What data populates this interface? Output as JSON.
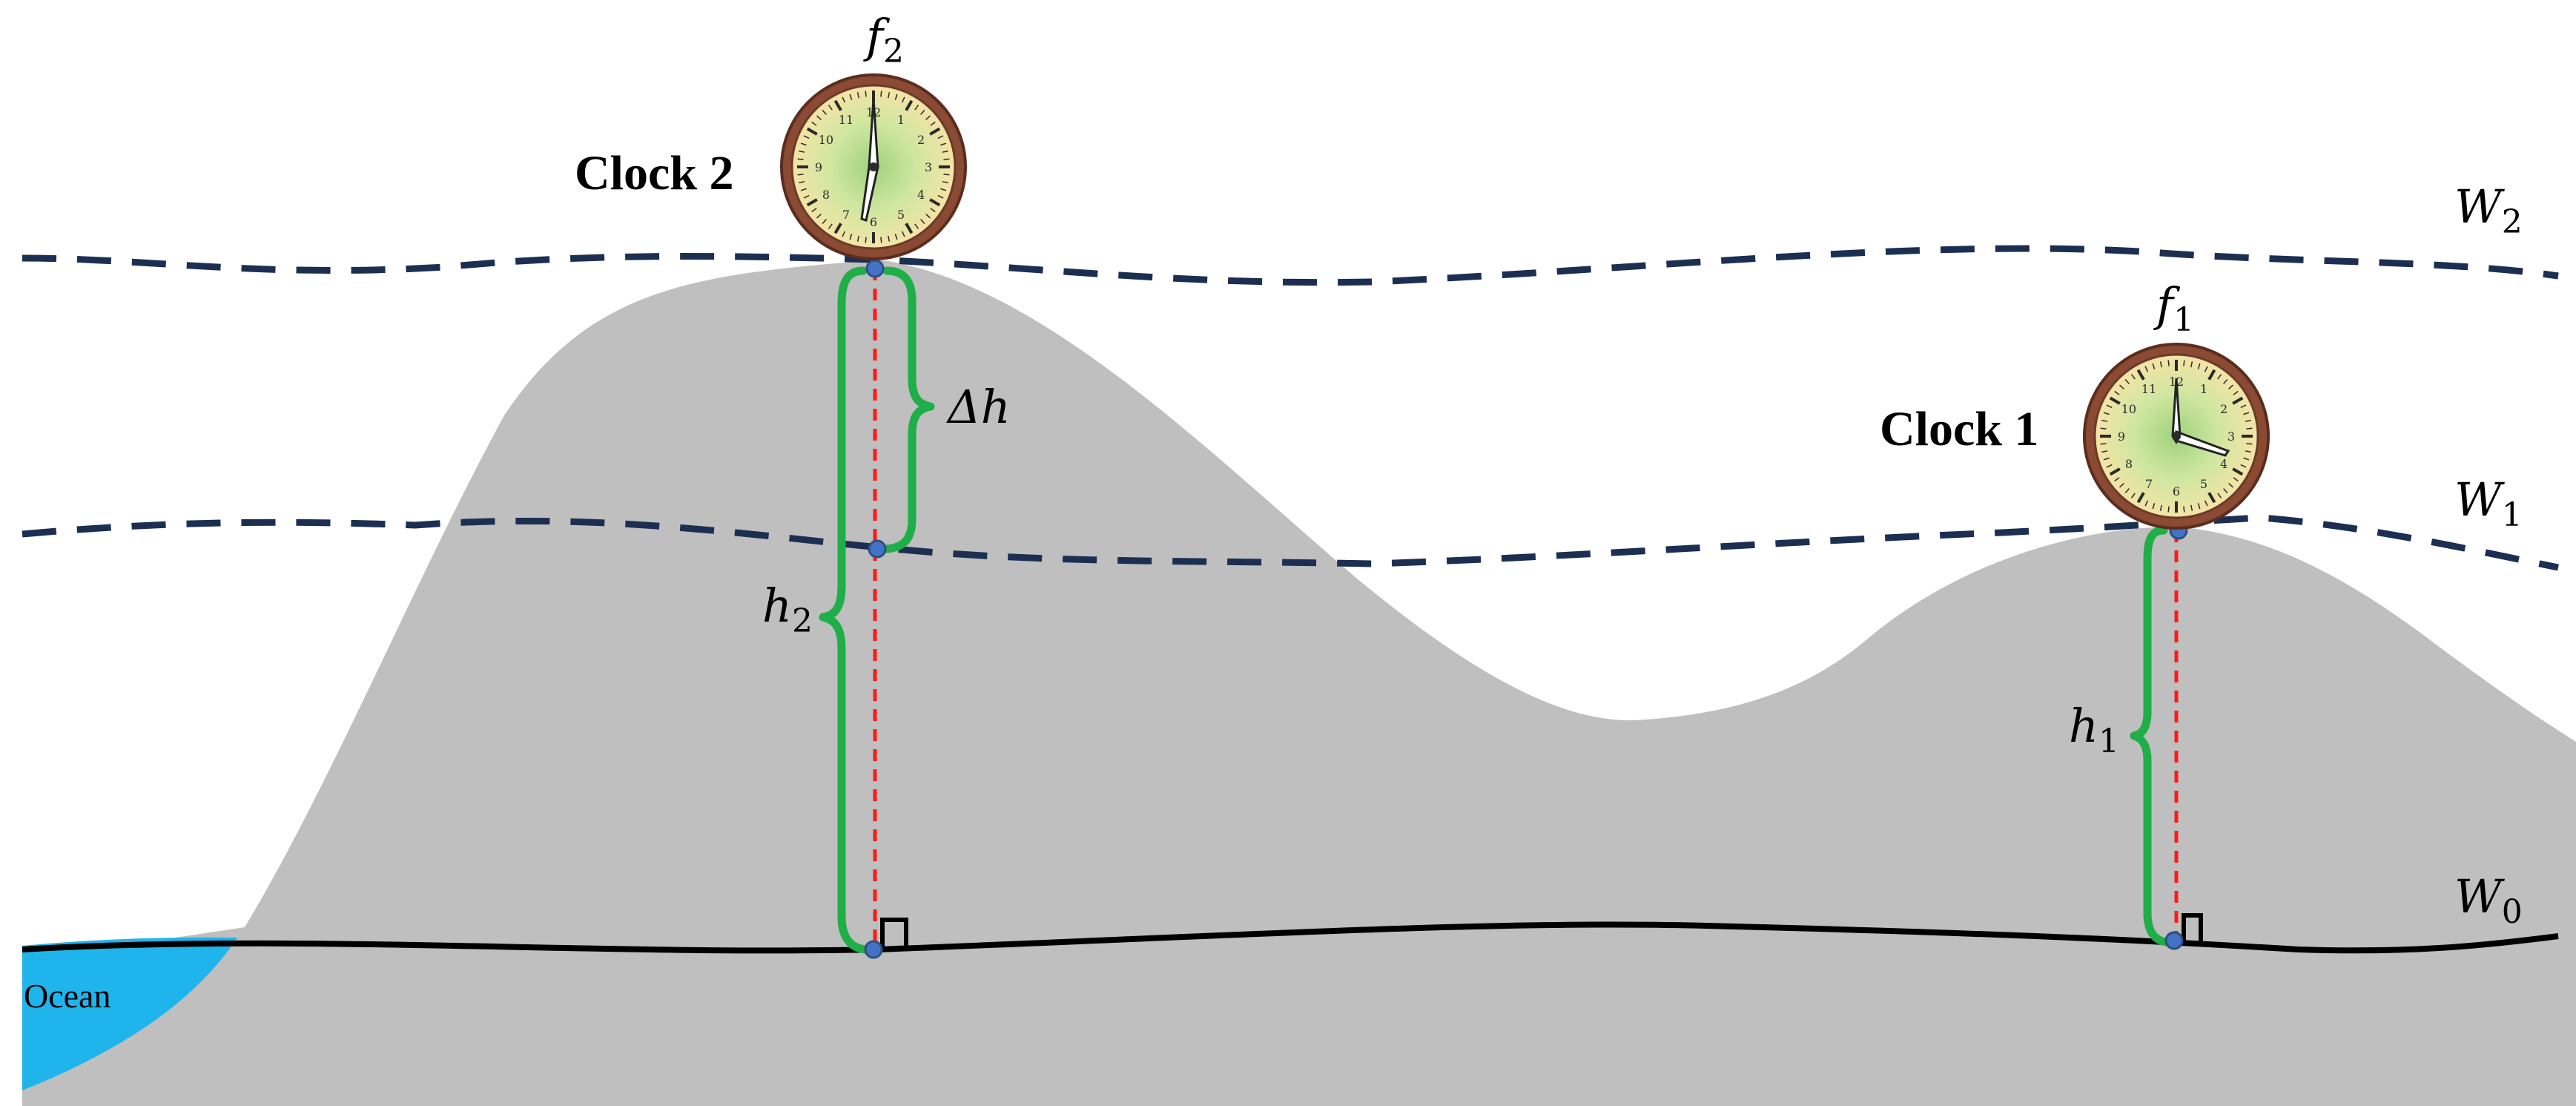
{
  "colors": {
    "terrain": "#bfbfbf",
    "ocean": "#1fb4ec",
    "geoid": "#000000",
    "equipotential": "#1c2f52",
    "height_bracket": "#1fae48",
    "plumb_line": "#ff1a1a",
    "point": "#4472c4",
    "clock_rim": "#8b4a33",
    "clock_face": "#f1e4a6"
  },
  "icons": {
    "clock": "clock-icon"
  },
  "labels": {
    "clock2": "Clock 2",
    "clock1": "Clock 1",
    "f2": {
      "base": "f",
      "sub": "2"
    },
    "f1": {
      "base": "f",
      "sub": "1"
    },
    "w2": {
      "base": "W",
      "sub": "2"
    },
    "w1": {
      "base": "W",
      "sub": "1"
    },
    "w0": {
      "base": "W",
      "sub": "0"
    },
    "h2": {
      "base": "h",
      "sub": "2"
    },
    "h1": {
      "base": "h",
      "sub": "1"
    },
    "delta_h": "Δh",
    "ocean": "Ocean"
  }
}
